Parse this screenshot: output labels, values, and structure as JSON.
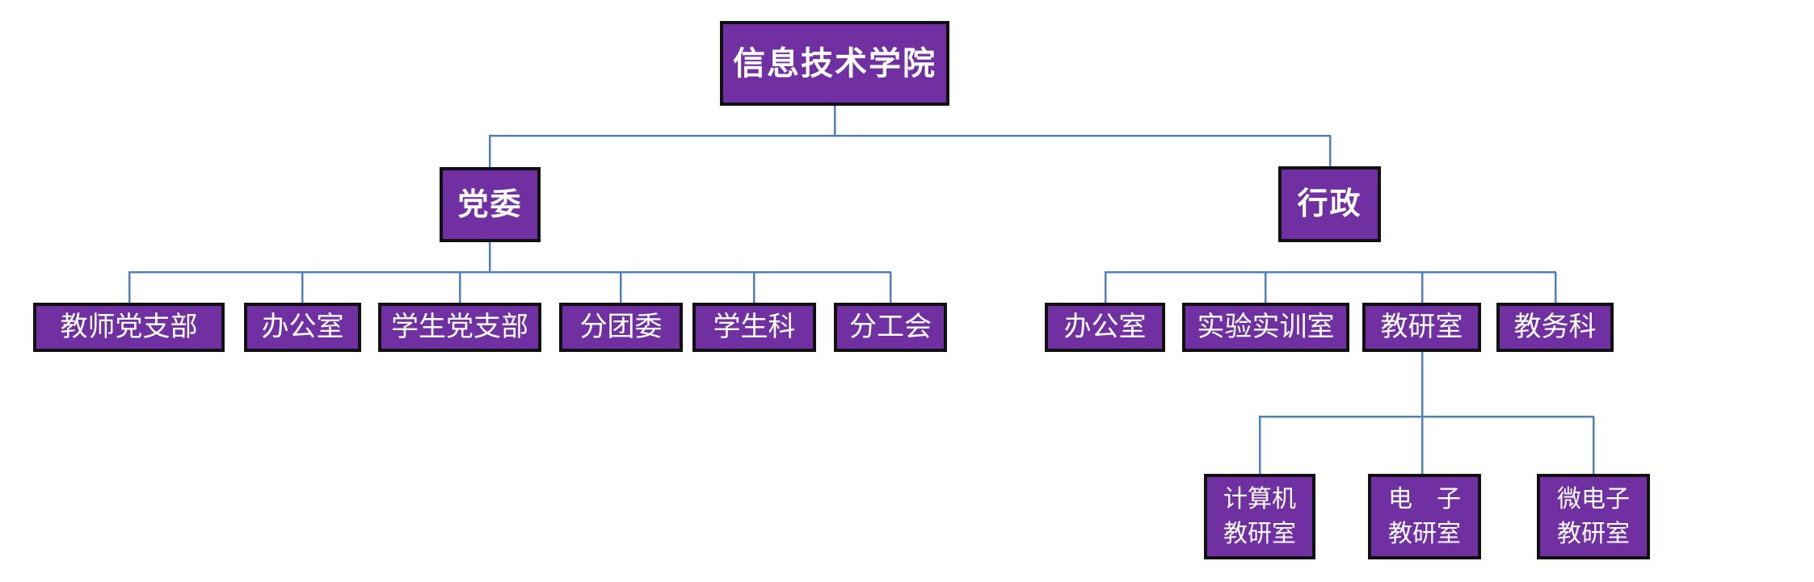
{
  "colors": {
    "background": "#ffffff",
    "box_fill": "#7130a2",
    "box_border": "#111111",
    "text_color": "#ffffff",
    "connector": "#4f81bd"
  },
  "nodes": {
    "root": {
      "label": "信息技术学院"
    },
    "party": {
      "label": "党委"
    },
    "admin": {
      "label": "行政"
    },
    "teacher_party_branch": {
      "label": "教师党支部"
    },
    "party_office": {
      "label": "办公室"
    },
    "student_party_branch": {
      "label": "学生党支部"
    },
    "youth_league": {
      "label": "分团委"
    },
    "student_section": {
      "label": "学生科"
    },
    "labor_union": {
      "label": "分工会"
    },
    "admin_office": {
      "label": "办公室"
    },
    "lab_training_room": {
      "label": "实验实训室"
    },
    "teaching_research_office": {
      "label": "教研室"
    },
    "academic_affairs": {
      "label": "教务科"
    },
    "computer_tro": {
      "line1": "计算机",
      "line2": "教研室"
    },
    "electronics_tro": {
      "line1": "电　子",
      "line2": "教研室"
    },
    "microelectronics_tro": {
      "line1": "微电子",
      "line2": "教研室"
    }
  },
  "hierarchy": {
    "label": "信息技术学院",
    "children": [
      {
        "label": "党委",
        "children": [
          {
            "label": "教师党支部"
          },
          {
            "label": "办公室"
          },
          {
            "label": "学生党支部"
          },
          {
            "label": "分团委"
          },
          {
            "label": "学生科"
          },
          {
            "label": "分工会"
          }
        ]
      },
      {
        "label": "行政",
        "children": [
          {
            "label": "办公室"
          },
          {
            "label": "实验实训室"
          },
          {
            "label": "教研室",
            "children": [
              {
                "label": "计算机教研室"
              },
              {
                "label": "电　子教研室"
              },
              {
                "label": "微电子教研室"
              }
            ]
          },
          {
            "label": "教务科"
          }
        ]
      }
    ]
  }
}
